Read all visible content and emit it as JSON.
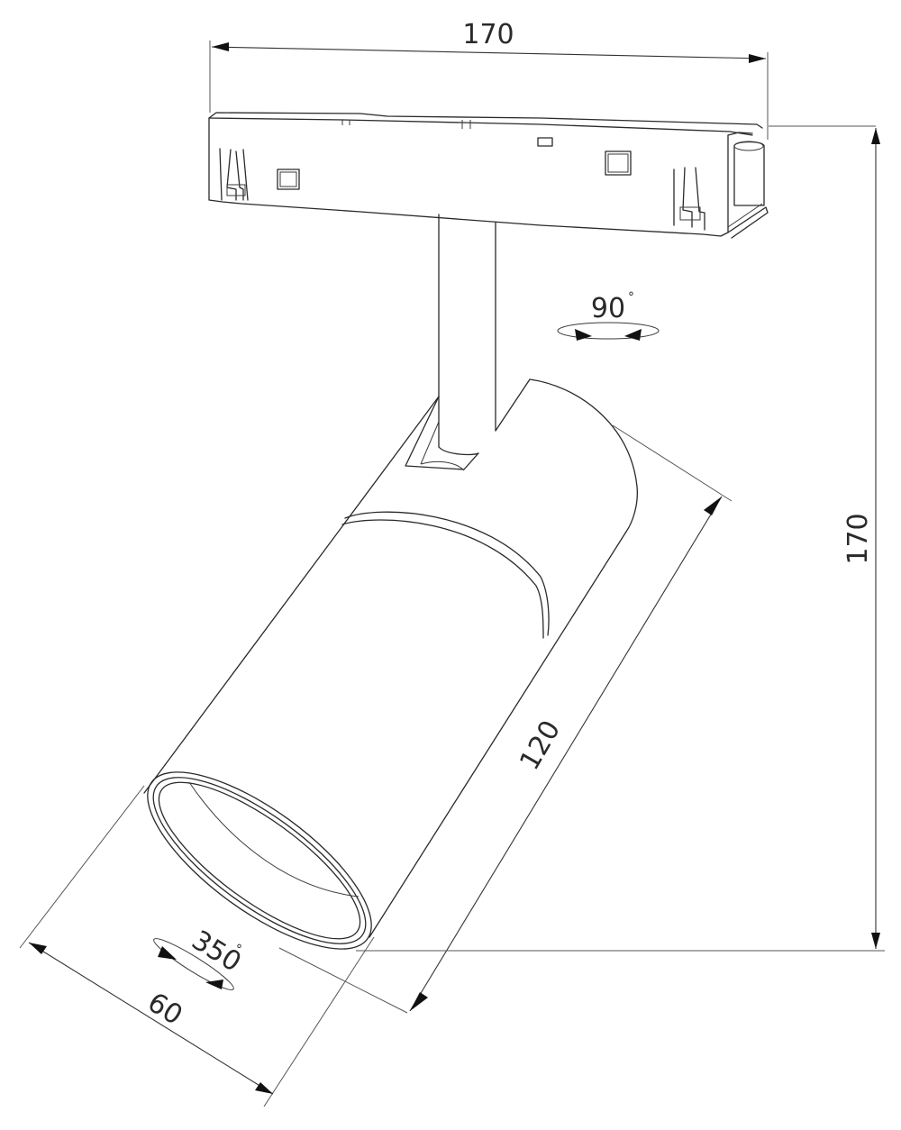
{
  "drawing": {
    "title": "Track spotlight dimension drawing",
    "units": "mm",
    "line_color": "#2a2a2a",
    "background": "#ffffff"
  },
  "dimensions": {
    "width_top": {
      "value": "170",
      "label": "170"
    },
    "height_total": {
      "value": "170",
      "label": "170"
    },
    "body_length": {
      "value": "120",
      "label": "120"
    },
    "diameter": {
      "value": "60",
      "label": "60"
    }
  },
  "rotations": {
    "vertical_tilt": {
      "value": "90",
      "label": "90",
      "unit": "°"
    },
    "horizontal_spin": {
      "value": "350",
      "label": "350",
      "unit": "°"
    }
  },
  "parts": {
    "track_adapter": "track-adapter",
    "stem": "stem",
    "cylinder_body": "cylinder-body",
    "lens_opening": "lens-opening"
  }
}
